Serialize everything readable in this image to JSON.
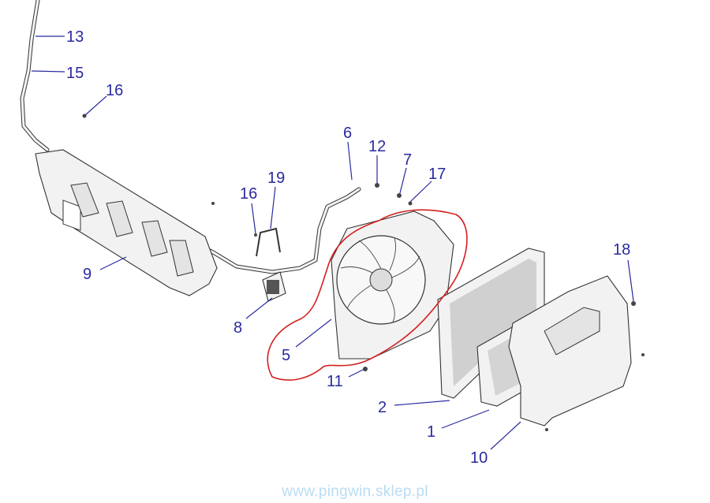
{
  "diagram": {
    "callouts": [
      {
        "id": "13",
        "label": "13"
      },
      {
        "id": "15",
        "label": "15"
      },
      {
        "id": "16a",
        "label": "16"
      },
      {
        "id": "6",
        "label": "6"
      },
      {
        "id": "12",
        "label": "12"
      },
      {
        "id": "7",
        "label": "7"
      },
      {
        "id": "17",
        "label": "17"
      },
      {
        "id": "16b",
        "label": "16"
      },
      {
        "id": "19",
        "label": "19"
      },
      {
        "id": "18",
        "label": "18"
      },
      {
        "id": "9",
        "label": "9"
      },
      {
        "id": "8",
        "label": "8"
      },
      {
        "id": "5",
        "label": "5"
      },
      {
        "id": "11",
        "label": "11"
      },
      {
        "id": "2",
        "label": "2"
      },
      {
        "id": "1",
        "label": "1"
      },
      {
        "id": "10",
        "label": "10"
      }
    ],
    "highlight_color": "#d42020",
    "label_color": "#2a2aa0"
  },
  "watermark": "www.pingwin.sklep.pl"
}
